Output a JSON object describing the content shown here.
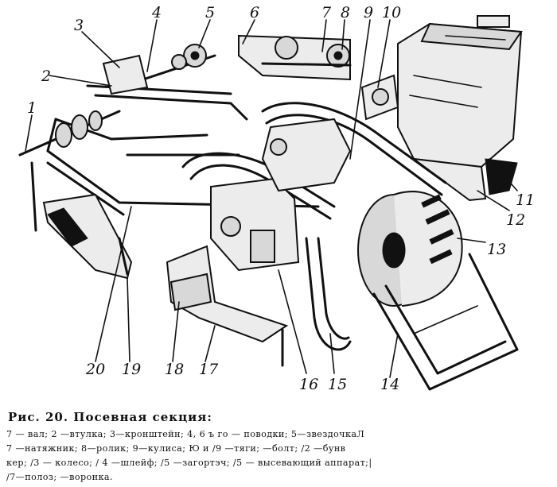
{
  "figure": {
    "labels": [
      "1",
      "2",
      "3",
      "4",
      "5",
      "6",
      "7",
      "8",
      "9",
      "10",
      "11",
      "12",
      "13",
      "14",
      "15",
      "16",
      "17",
      "18",
      "19",
      "20"
    ]
  },
  "caption": {
    "title": "Рис. 20. Посевная секция:",
    "lines": [
      "7 — вал;  2 —втулка;  3—кронштейн;  4,  6 ъ го — поводки;  5—звездочкаЛ",
      "7 —натяжник;  8—ролик;  9—кулиса;  Ю  и  /9 —тяги;        —болт;  /2 —бунв",
      "кер;  /3 — колесо;  / 4 —шлейф;  /5 —загортэч;  /5 — высевающий  аппарат;|",
      "/7—полоз;          —воронка."
    ]
  }
}
